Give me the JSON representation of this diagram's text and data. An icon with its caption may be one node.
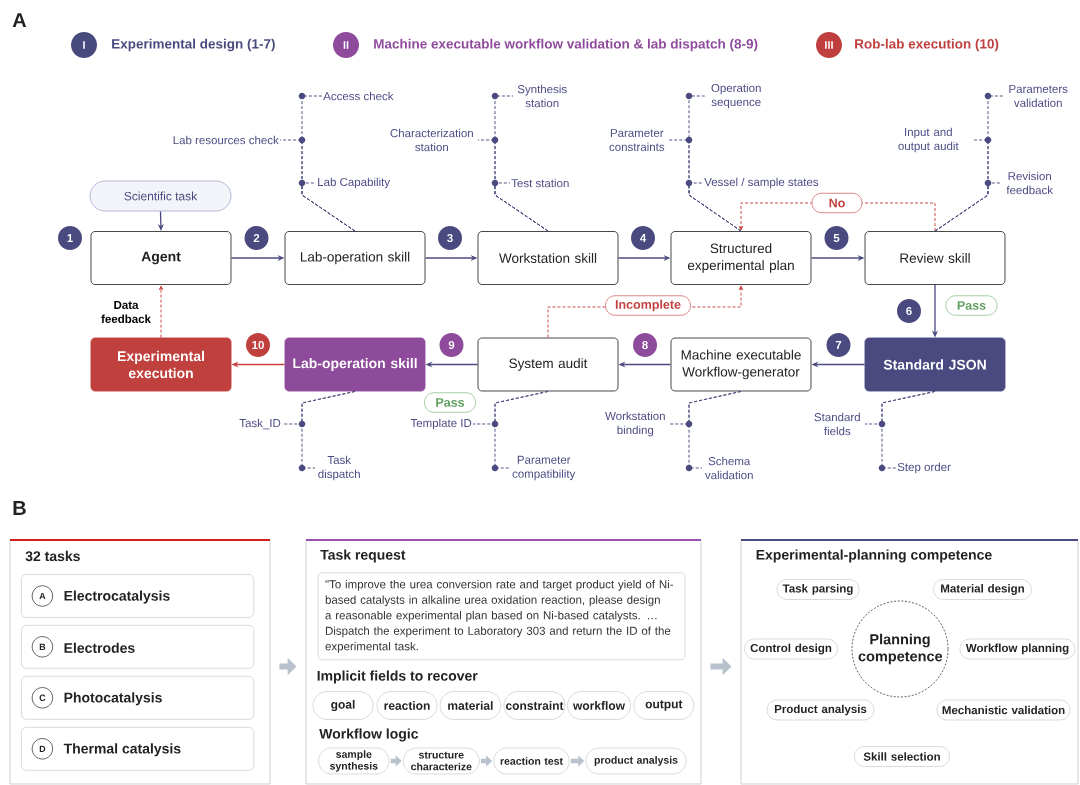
{
  "diagram": {
    "nodes": [
      {
        "text": [
          "Access check"
        ]
      },
      {
        "text": [
          "Lab resources check"
        ]
      },
      {
        "text": [
          "Lab Capability"
        ]
      },
      {
        "text": [
          "Synthesis station"
        ]
      },
      {
        "text": [
          "Characterization station"
        ]
      },
      {
        "text": [
          "Test station"
        ]
      },
      {
        "text": [
          "Operation sequence"
        ]
      },
      {
        "text": [
          "Parameter constraints"
        ]
      },
      {
        "text": [
          "Vessel / sample states"
        ]
      },
      {
        "text": [
          "Parameters validation"
        ]
      },
      {
        "text": [
          "Input and output audit"
        ]
      },
      {
        "text": [
          "Revision feedback"
        ]
      },
      {
        "text": [
          "Scientific task"
        ]
      },
      {
        "text": [
          "Agent"
        ]
      },
      {
        "text": [
          "Lab-operation skill"
        ]
      },
      {
        "text": [
          "Workstation skill"
        ]
      },
      {
        "text": [
          "Structured experimental plan"
        ]
      },
      {
        "text": [
          "Review skill"
        ]
      },
      {
        "text": [
          "Experimental execution"
        ]
      },
      {
        "text": [
          "Lab-operation skill"
        ]
      },
      {
        "text": [
          "System audit"
        ]
      },
      {
        "text": [
          "Machine executable Workflow-generator"
        ]
      },
      {
        "text": [
          "Standard JSON"
        ]
      },
      {
        "text": [
          "Task_ID"
        ]
      },
      {
        "text": [
          "Task dispatch"
        ]
      },
      {
        "text": [
          "Template ID"
        ]
      },
      {
        "text": [
          "Parameter compatibility"
        ]
      },
      {
        "text": [
          "Workstation binding"
        ]
      },
      {
        "text": [
          "Schema validation"
        ]
      },
      {
        "text": [
          "Standard fields"
        ]
      },
      {
        "text": [
          "Step order"
        ]
      },
      {
        "text": [
          "32 tasks"
        ]
      },
      {
        "text": [
          "Electrocatalysis"
        ],
        "in": 31
      },
      {
        "text": [
          "A"
        ],
        "in": 32
      },
      {
        "text": [
          "Electrodes"
        ],
        "in": 31
      },
      {
        "text": [
          "B"
        ],
        "in": 34
      },
      {
        "text": [
          "Photocatalysis"
        ],
        "in": 31
      },
      {
        "text": [
          "C"
        ],
        "in": 36
      },
      {
        "text": [
          "Thermal catalysis"
        ],
        "in": 31
      },
      {
        "text": [
          "D"
        ],
        "in": 38
      },
      {
        "text": [
          "Task request",
          "Implicit fields to recover",
          "Workflow logic"
        ]
      },
      {
        "text": [
          "\"To improve the urea conversion rate and target product yield of Ni-based catalysts in alkaline urea oxidation reaction, please design a reasonable experimental plan based on Ni-based catalysts. … Dispatch the experiment to Laboratory 303 and return the ID of the experimental task."
        ],
        "in": 40
      },
      {
        "text": [
          "goal"
        ],
        "in": 40
      },
      {
        "text": [
          "reaction"
        ],
        "in": 40
      },
      {
        "text": [
          "material"
        ],
        "in": 40
      },
      {
        "text": [
          "constraint"
        ],
        "in": 40
      },
      {
        "text": [
          "workflow"
        ],
        "in": 40
      },
      {
        "text": [
          "output"
        ],
        "in": 40
      },
      {
        "text": [
          "sample synthesis"
        ],
        "in": 40
      },
      {
        "text": [
          "structure characterize"
        ],
        "in": 40
      },
      {
        "text": [
          "reaction test"
        ],
        "in": 40
      },
      {
        "text": [
          "product analysis"
        ],
        "in": 40
      },
      {
        "text": [
          "Experimental-planning competence"
        ]
      },
      {
        "text": [
          "Task parsing"
        ],
        "in": 52
      },
      {
        "text": [
          "Material design"
        ],
        "in": 52
      },
      {
        "text": [
          "Control design"
        ],
        "in": 52
      },
      {
        "text": [
          "Planning competence"
        ],
        "in": 52
      },
      {
        "text": [
          "Workflow planning"
        ],
        "in": 52
      },
      {
        "text": [
          "Product analysis"
        ],
        "in": 52
      },
      {
        "text": [
          "Mechanistic validation"
        ],
        "in": 52
      },
      {
        "text": [
          "Skill selection"
        ],
        "in": 52
      }
    ],
    "edges": [
      {
        "from": 12,
        "to": 13,
        "arrow": "to"
      },
      {
        "from": 13,
        "to": 14,
        "arrow": "to"
      },
      {
        "from": 14,
        "to": 15,
        "arrow": "to"
      },
      {
        "from": 15,
        "to": 16,
        "arrow": "to"
      },
      {
        "from": 16,
        "to": 17,
        "arrow": "to"
      },
      {
        "from": 17,
        "to": 22,
        "arrow": "to",
        "label": "Pass"
      },
      {
        "from": 22,
        "to": 21,
        "arrow": "to"
      },
      {
        "from": 21,
        "to": 20,
        "arrow": "to"
      },
      {
        "from": 20,
        "to": 19,
        "arrow": "to",
        "label": "Pass"
      },
      {
        "from": 19,
        "to": 18,
        "arrow": "to",
        "color": "#c8413f"
      },
      {
        "from": 18,
        "to": 13,
        "arrow": "to",
        "label": "Data feedback",
        "style": "dashed",
        "color": "#c8413f"
      },
      {
        "from": 17,
        "to": 16,
        "arrow": "to",
        "label": "No",
        "style": "dashed",
        "color": "#c8413f"
      },
      {
        "from": 20,
        "to": 16,
        "arrow": "to",
        "label": "Incomplete",
        "style": "dashed",
        "color": "#c8413f"
      },
      {
        "from": 0,
        "to": 14,
        "arrow": "none",
        "style": "dashed"
      },
      {
        "from": 1,
        "to": 14,
        "arrow": "none",
        "style": "dashed"
      },
      {
        "from": 2,
        "to": 14,
        "arrow": "none",
        "style": "dashed"
      },
      {
        "from": 3,
        "to": 15,
        "arrow": "none",
        "style": "dashed"
      },
      {
        "from": 4,
        "to": 15,
        "arrow": "none",
        "style": "dashed"
      },
      {
        "from": 5,
        "to": 15,
        "arrow": "none",
        "style": "dashed"
      },
      {
        "from": 6,
        "to": 16,
        "arrow": "none",
        "style": "dashed"
      },
      {
        "from": 7,
        "to": 16,
        "arrow": "none",
        "style": "dashed"
      },
      {
        "from": 8,
        "to": 16,
        "arrow": "none",
        "style": "dashed"
      },
      {
        "from": 9,
        "to": 17,
        "arrow": "none",
        "style": "dashed"
      },
      {
        "from": 10,
        "to": 17,
        "arrow": "none",
        "style": "dashed"
      },
      {
        "from": 11,
        "to": 17,
        "arrow": "none",
        "style": "dashed"
      },
      {
        "from": 23,
        "to": 19,
        "arrow": "none",
        "style": "dashed"
      },
      {
        "from": 24,
        "to": 19,
        "arrow": "none",
        "style": "dashed"
      },
      {
        "from": 25,
        "to": 20,
        "arrow": "none",
        "style": "dashed"
      },
      {
        "from": 26,
        "to": 20,
        "arrow": "none",
        "style": "dashed"
      },
      {
        "from": 27,
        "to": 21,
        "arrow": "none",
        "style": "dashed"
      },
      {
        "from": 28,
        "to": 21,
        "arrow": "none",
        "style": "dashed"
      },
      {
        "from": 29,
        "to": 22,
        "arrow": "none",
        "style": "dashed"
      },
      {
        "from": 30,
        "to": 22,
        "arrow": "none",
        "style": "dashed"
      },
      {
        "from": 31,
        "to": 40,
        "arrow": "to",
        "style": "thick",
        "color": "#b8c2cc"
      },
      {
        "from": 40,
        "to": 52,
        "arrow": "to",
        "style": "thick",
        "color": "#b8c2cc"
      },
      {
        "from": 48,
        "to": 49,
        "arrow": "to",
        "style": "thick",
        "color": "#b8c2cc"
      },
      {
        "from": 49,
        "to": 50,
        "arrow": "to",
        "style": "thick",
        "color": "#b8c2cc"
      },
      {
        "from": 50,
        "to": 51,
        "arrow": "to",
        "style": "thick",
        "color": "#b8c2cc"
      }
    ],
    "labels": [
      "A",
      "I",
      "II",
      "III",
      "1",
      "2",
      "3",
      "4",
      "5",
      "6",
      "7",
      "8",
      "9",
      "10",
      "B"
    ],
    "legend": [
      {
        "text": "Experimental design (1-7)",
        "color": "#484a7d"
      },
      {
        "text": "Machine executable workflow validation & lab dispatch (8-9)",
        "color": "#8e4a9b"
      },
      {
        "text": "Rob-lab execution (10)",
        "color": "#bf3f3e"
      }
    ]
  }
}
